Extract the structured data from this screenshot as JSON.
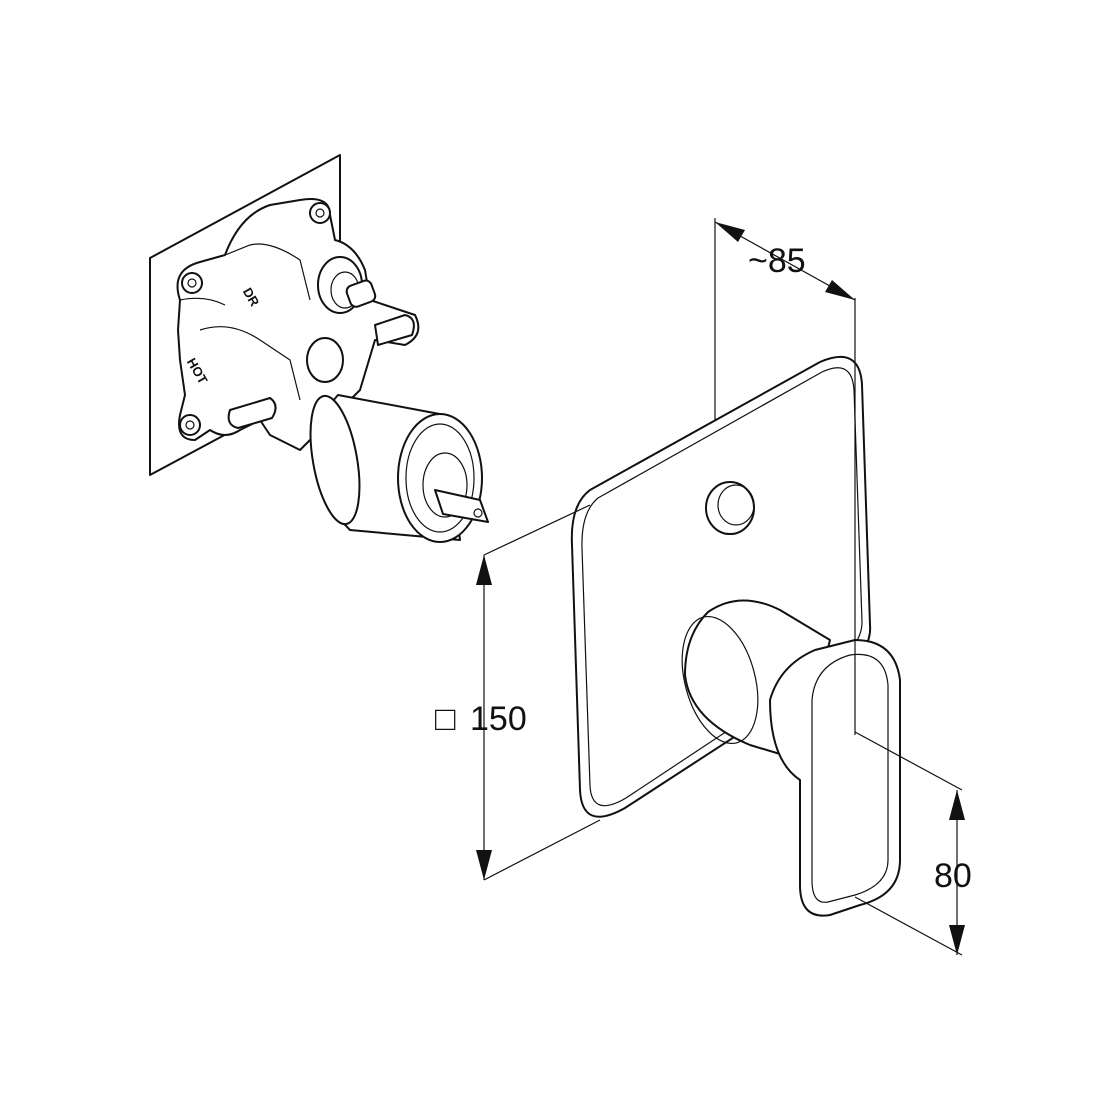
{
  "diagram": {
    "valve_labels": {
      "top": "DR",
      "side": "HOT"
    },
    "dimensions": {
      "depth": "~85",
      "plate_size_symbol": "□",
      "plate_size": "150",
      "handle_height": "80"
    }
  }
}
